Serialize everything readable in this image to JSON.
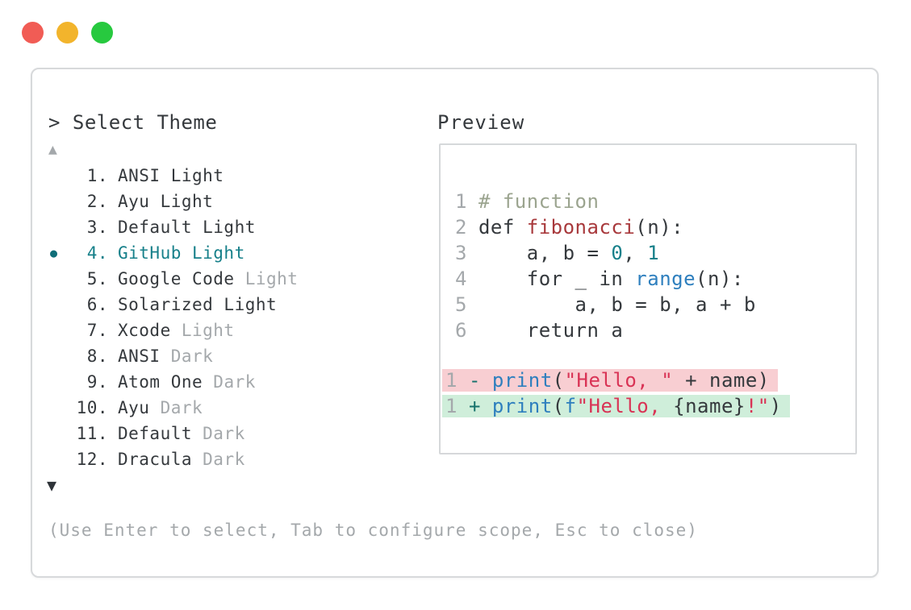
{
  "colors": {
    "accent_teal": "#17808a",
    "text_dark": "#35393d",
    "text_dim": "#a4a8ab",
    "diff_removed_bg": "#f8ced2",
    "diff_added_bg": "#cfeeda",
    "window_border": "#d7d9db"
  },
  "window": {
    "traffic_lights": [
      {
        "name": "close",
        "color": "#f15c55"
      },
      {
        "name": "minimize",
        "color": "#f2b42c"
      },
      {
        "name": "zoom",
        "color": "#27c93f"
      }
    ],
    "prompt": "> Select Theme",
    "scroll_up_indicator": "▲",
    "scroll_down_indicator": "▼",
    "footer_hint": "(Use Enter to select, Tab to configure scope, Esc to close)",
    "theme_list": {
      "selected_bullet": "●",
      "selected_index": 3,
      "items": [
        {
          "number": "1.",
          "selected": false,
          "segments": [
            {
              "text": "ANSI Light",
              "style": "normal"
            }
          ]
        },
        {
          "number": "2.",
          "selected": false,
          "segments": [
            {
              "text": "Ayu Light",
              "style": "normal"
            }
          ]
        },
        {
          "number": "3.",
          "selected": false,
          "segments": [
            {
              "text": "Default Light",
              "style": "normal"
            }
          ]
        },
        {
          "number": "4.",
          "selected": true,
          "segments": [
            {
              "text": "GitHub Light",
              "style": "selected"
            }
          ]
        },
        {
          "number": "5.",
          "selected": false,
          "segments": [
            {
              "text": "Google Code ",
              "style": "normal"
            },
            {
              "text": "Light",
              "style": "dim"
            }
          ]
        },
        {
          "number": "6.",
          "selected": false,
          "segments": [
            {
              "text": "Solarized Light",
              "style": "normal"
            }
          ]
        },
        {
          "number": "7.",
          "selected": false,
          "segments": [
            {
              "text": "Xcode ",
              "style": "normal"
            },
            {
              "text": "Light",
              "style": "dim"
            }
          ]
        },
        {
          "number": "8.",
          "selected": false,
          "segments": [
            {
              "text": "ANSI ",
              "style": "normal"
            },
            {
              "text": "Dark",
              "style": "dim"
            }
          ]
        },
        {
          "number": "9.",
          "selected": false,
          "segments": [
            {
              "text": "Atom One ",
              "style": "normal"
            },
            {
              "text": "Dark",
              "style": "dim"
            }
          ]
        },
        {
          "number": "10.",
          "selected": false,
          "segments": [
            {
              "text": "Ayu ",
              "style": "normal"
            },
            {
              "text": "Dark",
              "style": "dim"
            }
          ]
        },
        {
          "number": "11.",
          "selected": false,
          "segments": [
            {
              "text": "Default ",
              "style": "normal"
            },
            {
              "text": "Dark",
              "style": "dim"
            }
          ]
        },
        {
          "number": "12.",
          "selected": false,
          "segments": [
            {
              "text": "Dracula ",
              "style": "normal"
            },
            {
              "text": "Dark",
              "style": "dim"
            }
          ]
        }
      ]
    }
  },
  "preview": {
    "label": "Preview",
    "code_lines": [
      {
        "number": "1",
        "segments": [
          {
            "text": "# function",
            "style": "comment"
          }
        ]
      },
      {
        "number": "2",
        "segments": [
          {
            "text": "def ",
            "style": "code"
          },
          {
            "text": "fibonacci",
            "style": "funcdef"
          },
          {
            "text": "(n):",
            "style": "code"
          }
        ]
      },
      {
        "number": "3",
        "segments": [
          {
            "text": "    a, b = ",
            "style": "code"
          },
          {
            "text": "0",
            "style": "number"
          },
          {
            "text": ", ",
            "style": "code"
          },
          {
            "text": "1",
            "style": "number"
          }
        ]
      },
      {
        "number": "4",
        "segments": [
          {
            "text": "    for _ in ",
            "style": "code"
          },
          {
            "text": "range",
            "style": "call"
          },
          {
            "text": "(n):",
            "style": "code"
          }
        ]
      },
      {
        "number": "5",
        "segments": [
          {
            "text": "        a, b = b, a + b",
            "style": "code"
          }
        ]
      },
      {
        "number": "6",
        "segments": [
          {
            "text": "    return a",
            "style": "code"
          }
        ]
      }
    ],
    "diff_lines": [
      {
        "number": "1",
        "marker": "-",
        "type": "removed",
        "segments": [
          {
            "text": "print",
            "style": "call"
          },
          {
            "text": "(",
            "style": "code"
          },
          {
            "text": "\"Hello, \"",
            "style": "string"
          },
          {
            "text": " + name)",
            "style": "code"
          }
        ]
      },
      {
        "number": "1",
        "marker": "+",
        "type": "added",
        "segments": [
          {
            "text": "print",
            "style": "call"
          },
          {
            "text": "(",
            "style": "code"
          },
          {
            "text": "f",
            "style": "call"
          },
          {
            "text": "\"Hello, ",
            "style": "string"
          },
          {
            "text": "{name}",
            "style": "code"
          },
          {
            "text": "!\"",
            "style": "string"
          },
          {
            "text": ")",
            "style": "code"
          }
        ]
      }
    ]
  }
}
